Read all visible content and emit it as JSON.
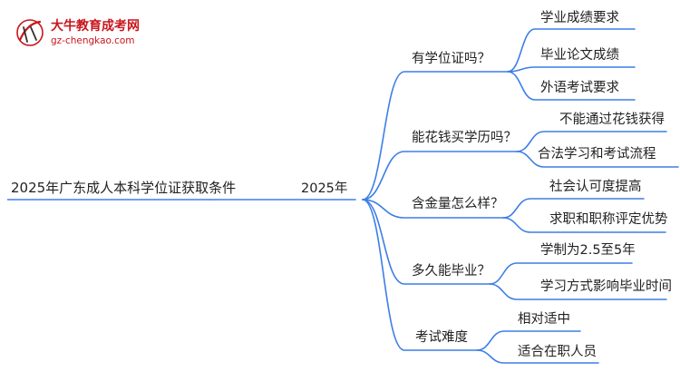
{
  "watermark": {
    "brand": "大牛教育成考网",
    "site": "gz-chengkao.com"
  },
  "colors": {
    "branch": "#3d7ee6",
    "text": "#222222",
    "watermark": "#c8161d"
  },
  "root": {
    "label": "2025年广东成人本科学位证获取条件"
  },
  "center": {
    "label": "2025年"
  },
  "branches": [
    {
      "label": "有学位证吗？",
      "children": [
        "学业成绩要求",
        "毕业论文成绩",
        "外语考试要求"
      ]
    },
    {
      "label": "能花钱买学历吗？",
      "children": [
        "不能通过花钱获得",
        "合法学习和考试流程"
      ]
    },
    {
      "label": "含金量怎么样？",
      "children": [
        "社会认可度提高",
        "求职和职称评定优势"
      ]
    },
    {
      "label": "多久能毕业？",
      "children": [
        "学制为2.5至5年",
        "学习方式影响毕业时间"
      ]
    },
    {
      "label": "考试难度",
      "children": [
        "相对适中",
        "适合在职人员"
      ]
    }
  ]
}
